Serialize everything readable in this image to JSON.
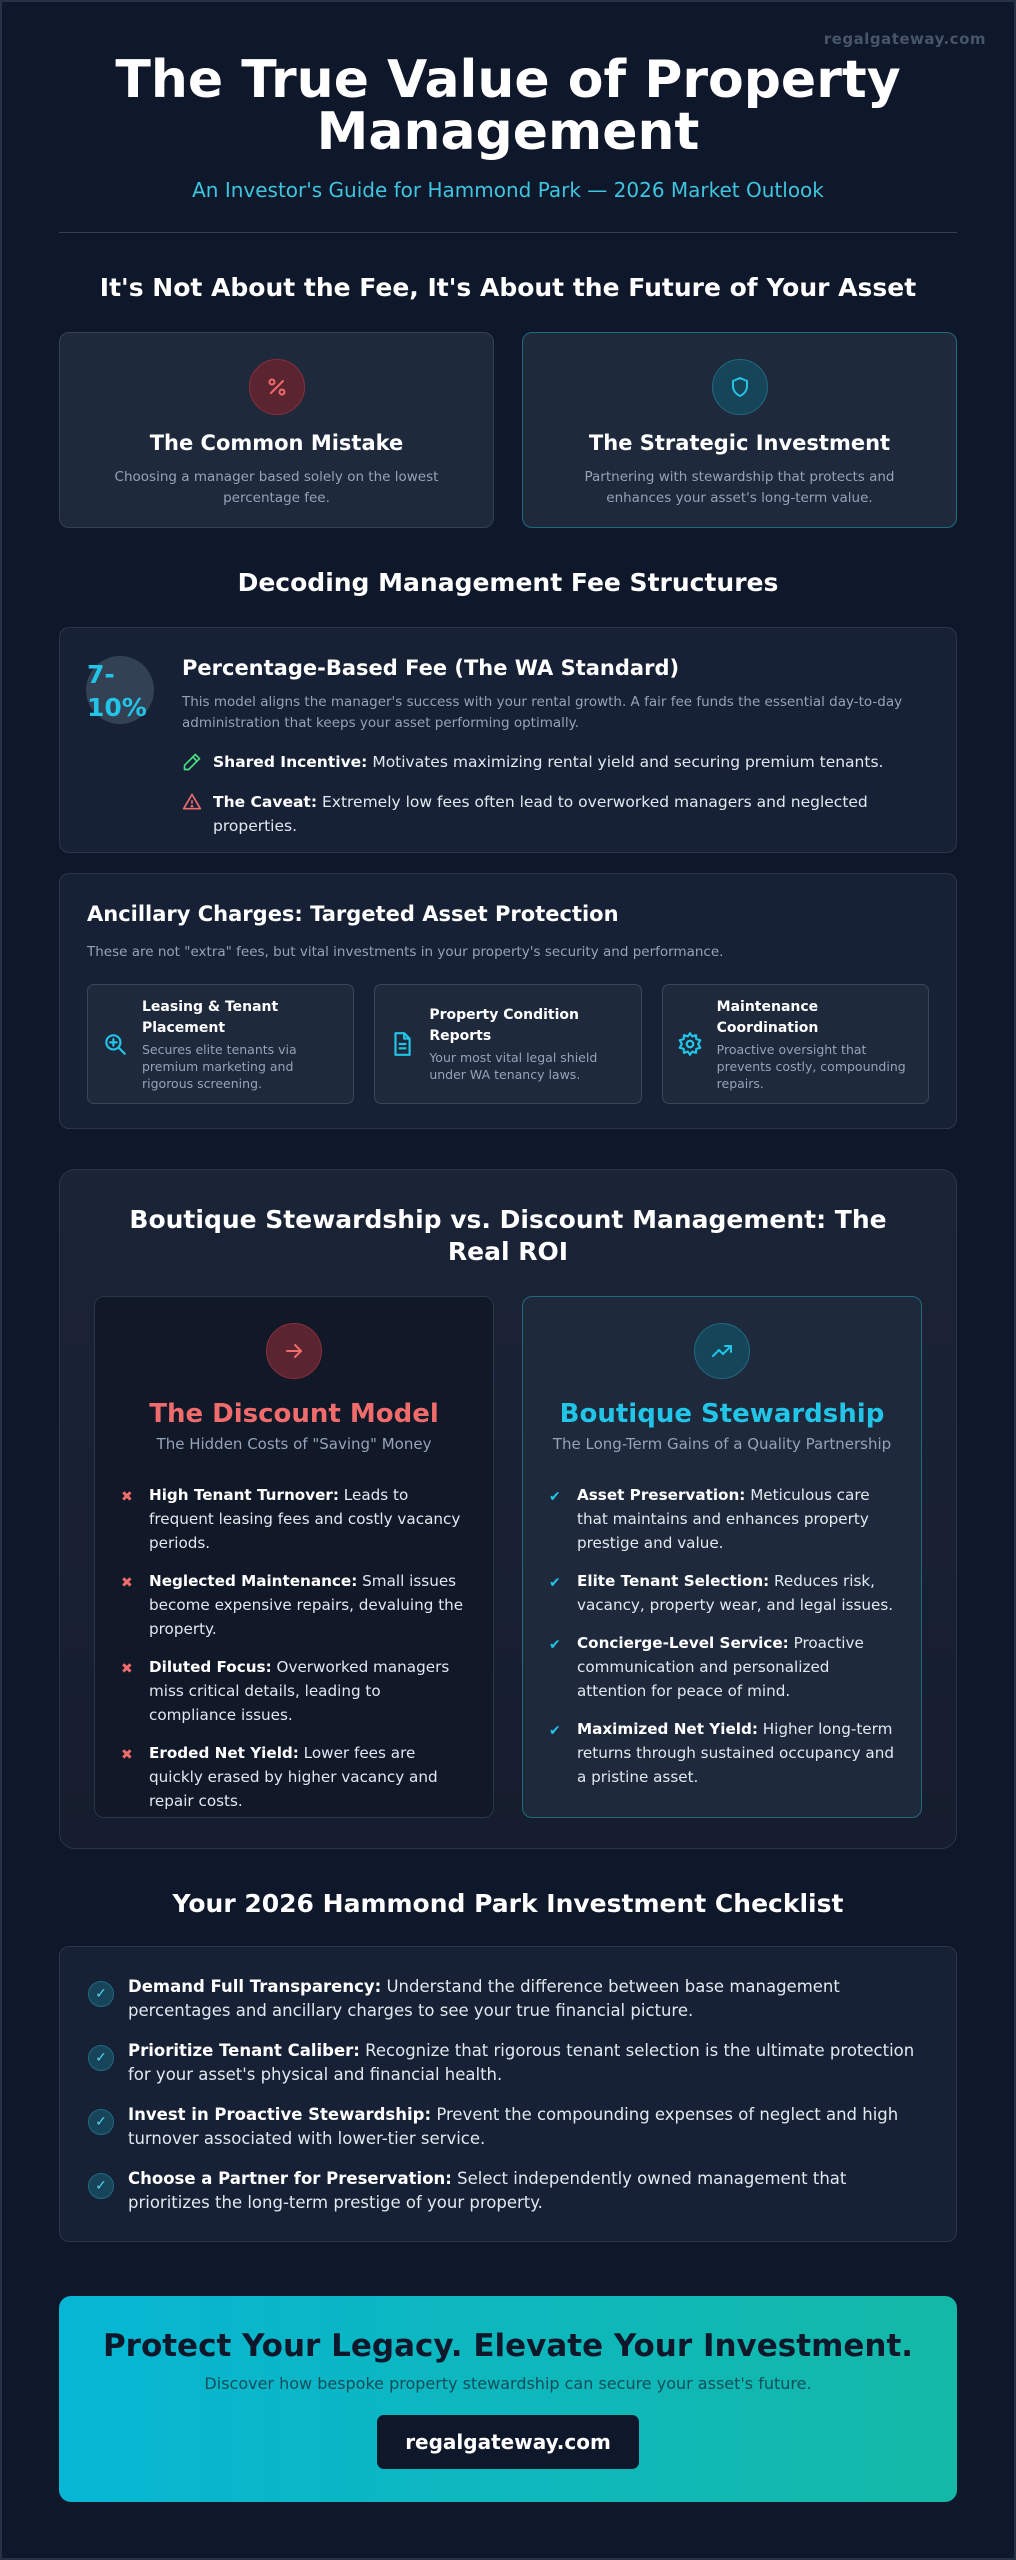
{
  "watermark": "regalgateway.com",
  "header": {
    "title": "The True Value of Property Management",
    "subtitle": "An Investor's Guide for Hammond Park — 2026 Market Outlook"
  },
  "section1": {
    "title": "It's Not About the Fee, It's About the Future of Your Asset",
    "cards": [
      {
        "icon": "percent-icon",
        "title": "The Common Mistake",
        "desc": "Choosing a manager based solely on the lowest percentage fee."
      },
      {
        "icon": "shield-icon",
        "title": "The Strategic Investment",
        "desc": "Partnering with stewardship that protects and enhances your asset's long-term value."
      }
    ]
  },
  "section2": {
    "title": "Decoding Management Fee Structures",
    "fee": {
      "badge": "7-10%",
      "title": "Percentage-Based Fee (The WA Standard)",
      "desc": "This model aligns the manager's success with your rental growth. A fair fee funds the essential day-to-day administration that keeps your asset performing optimally.",
      "points": [
        {
          "icon": "pencil-icon",
          "label": "Shared Incentive:",
          "text": " Motivates maximizing rental yield and securing premium tenants."
        },
        {
          "icon": "warning-icon",
          "label": "The Caveat:",
          "text": " Extremely low fees often lead to overworked managers and neglected properties."
        }
      ]
    },
    "ancillary": {
      "title": "Ancillary Charges: Targeted Asset Protection",
      "desc": "These are not \"extra\" fees, but vital investments in your property's security and performance.",
      "items": [
        {
          "icon": "search-plus-icon",
          "name": "Leasing & Tenant Placement",
          "text": "Secures elite tenants via premium marketing and rigorous screening."
        },
        {
          "icon": "document-icon",
          "name": "Property Condition Reports",
          "text": "Your most vital legal shield under WA tenancy laws."
        },
        {
          "icon": "cog-icon",
          "name": "Maintenance Coordination",
          "text": "Proactive oversight that prevents costly, compounding repairs."
        }
      ]
    }
  },
  "section3": {
    "title": "Boutique Stewardship vs. Discount Management: The Real ROI",
    "discount": {
      "icon": "arrow-right-icon",
      "title": "The Discount Model",
      "subtitle": "The Hidden Costs of \"Saving\" Money",
      "items": [
        {
          "label": "High Tenant Turnover:",
          "text": " Leads to frequent leasing fees and costly vacancy periods."
        },
        {
          "label": "Neglected Maintenance:",
          "text": " Small issues become expensive repairs, devaluing the property."
        },
        {
          "label": "Diluted Focus:",
          "text": " Overworked managers miss critical details, leading to compliance issues."
        },
        {
          "label": "Eroded Net Yield:",
          "text": " Lower fees are quickly erased by higher vacancy and repair costs."
        }
      ]
    },
    "boutique": {
      "icon": "trend-up-icon",
      "title": "Boutique Stewardship",
      "subtitle": "The Long-Term Gains of a Quality Partnership",
      "items": [
        {
          "label": "Asset Preservation:",
          "text": " Meticulous care that maintains and enhances property prestige and value."
        },
        {
          "label": "Elite Tenant Selection:",
          "text": " Reduces risk, vacancy, property wear, and legal issues."
        },
        {
          "label": "Concierge-Level Service:",
          "text": " Proactive communication and personalized attention for peace of mind."
        },
        {
          "label": "Maximized Net Yield:",
          "text": " Higher long-term returns through sustained occupancy and a pristine asset."
        }
      ]
    }
  },
  "section4": {
    "title": "Your 2026 Hammond Park Investment Checklist",
    "items": [
      {
        "label": "Demand Full Transparency:",
        "text": " Understand the difference between base management percentages and ancillary charges to see your true financial picture."
      },
      {
        "label": "Prioritize Tenant Caliber:",
        "text": " Recognize that rigorous tenant selection is the ultimate protection for your asset's physical and financial health."
      },
      {
        "label": "Invest in Proactive Stewardship:",
        "text": " Prevent the compounding expenses of neglect and high turnover associated with lower-tier service."
      },
      {
        "label": "Choose a Partner for Preservation:",
        "text": " Select independently owned management that prioritizes the long-term prestige of your property."
      }
    ]
  },
  "cta": {
    "title": "Protect Your Legacy. Elevate Your Investment.",
    "subtitle": "Discover how bespoke property stewardship can secure your asset's future.",
    "button": "regalgateway.com"
  },
  "colors": {
    "background": "#0f172a",
    "accent": "#22c5e8",
    "danger": "#f06b6b"
  }
}
